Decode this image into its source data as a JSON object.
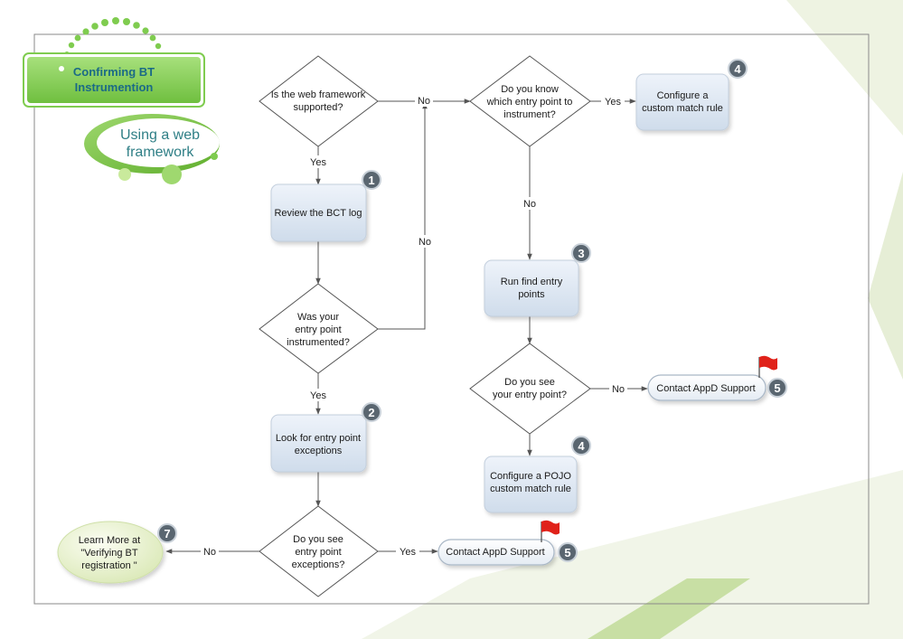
{
  "title": {
    "line1": "Confirming BT",
    "line2": "Instrumention"
  },
  "subtitle": {
    "line1": "Using a web",
    "line2": "framework"
  },
  "nodes": {
    "d_framework": {
      "line1": "Is the web framework",
      "line2": "supported?"
    },
    "d_know": {
      "line1": "Do you know",
      "line2": "which entry point to",
      "line3": "instrument?"
    },
    "p_custom": {
      "line1": "Configure a",
      "line2": "custom match rule"
    },
    "p_review": {
      "line1": "Review the BCT log"
    },
    "d_instrumented": {
      "line1": "Was your",
      "line2": "entry point",
      "line3": "instrumented?"
    },
    "p_find": {
      "line1": "Run find entry",
      "line2": "points"
    },
    "d_see_entry": {
      "line1": "Do you see",
      "line2": "your entry point?"
    },
    "t_contact_1": {
      "line1": "Contact AppD Support"
    },
    "p_look": {
      "line1": "Look for entry point",
      "line2": "exceptions"
    },
    "p_pojo": {
      "line1": "Configure a POJO",
      "line2": "custom match rule"
    },
    "d_exceptions": {
      "line1": "Do you see",
      "line2": "entry point",
      "line3": "exceptions?"
    },
    "t_contact_2": {
      "line1": "Contact AppD Support"
    },
    "t_learn": {
      "line1": "Learn More at",
      "line2": "\"Verifying BT",
      "line3": "registration \""
    }
  },
  "badges": {
    "b1": "1",
    "b2": "2",
    "b3": "3",
    "b4a": "4",
    "b4b": "4",
    "b5a": "5",
    "b5b": "5",
    "b7": "7"
  },
  "edges": {
    "framework_no": "No",
    "framework_yes": "Yes",
    "know_yes": "Yes",
    "know_no": "No",
    "instrumented_no": "No",
    "instrumented_yes": "Yes",
    "see_entry_no": "No",
    "exceptions_yes": "Yes",
    "exceptions_no": "No"
  },
  "colors": {
    "accent_green": "#7fcc4f",
    "process_fill": "#dfe8f4",
    "badge": "#5a6670",
    "flag": "#e0221a"
  }
}
